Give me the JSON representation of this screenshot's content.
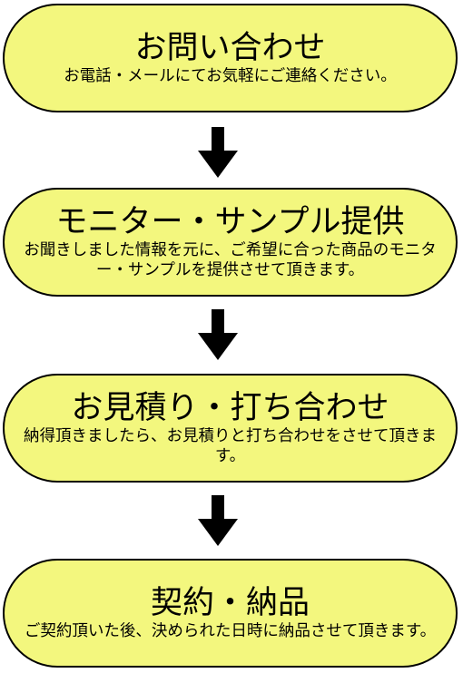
{
  "colors": {
    "box_fill": "#f3f77e",
    "box_border": "#000000",
    "arrow": "#000000"
  },
  "steps": [
    {
      "title": "お問い合わせ",
      "description": "お電話・メールにてお気軽にご連絡ください。"
    },
    {
      "title": "モニター・サンプル提供",
      "description": "お聞きしました情報を元に、ご希望に合った商品のモニター・サンプルを提供させて頂きます。"
    },
    {
      "title": "お見積り・打ち合わせ",
      "description": "納得頂きましたら、お見積りと打ち合わせをさせて頂きます。"
    },
    {
      "title": "契約・納品",
      "description": "ご契約頂いた後、決められた日時に納品させて頂きます。"
    }
  ],
  "arrows": [
    {
      "icon": "down-arrow-icon"
    },
    {
      "icon": "down-arrow-icon"
    },
    {
      "icon": "down-arrow-icon"
    }
  ]
}
